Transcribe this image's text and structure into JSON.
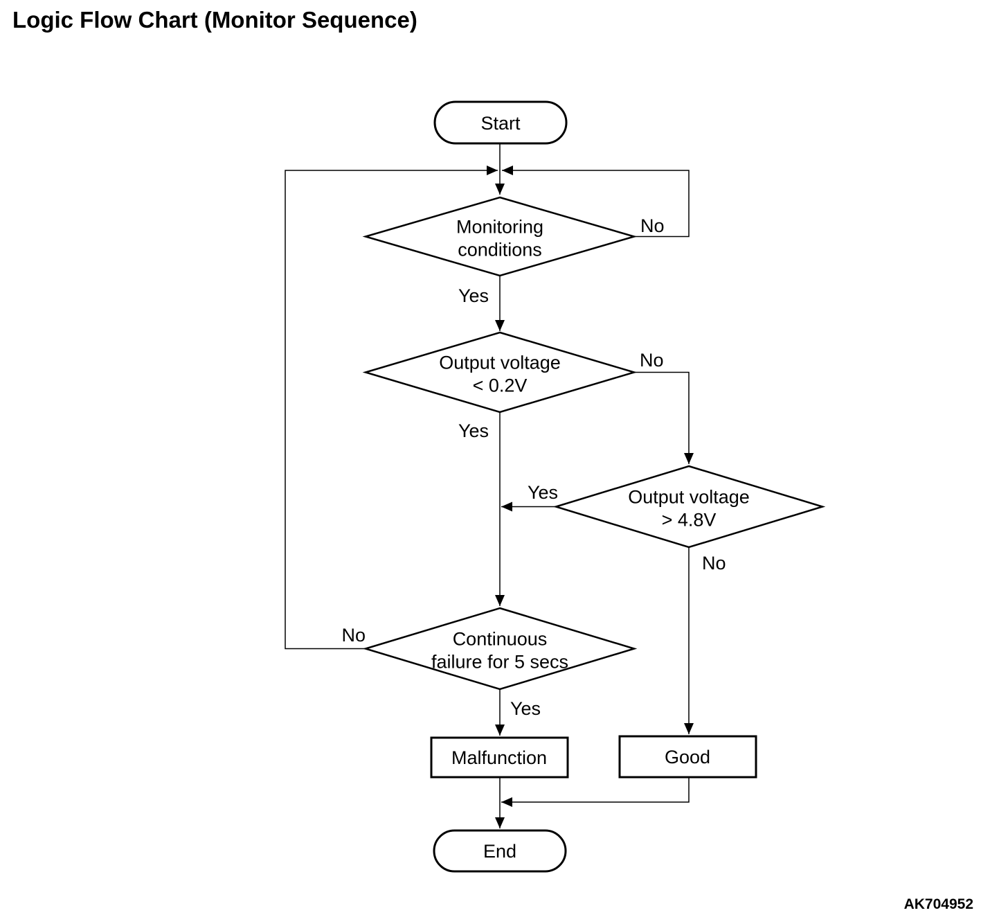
{
  "title": "Logic Flow Chart (Monitor Sequence)",
  "figure_code": "AK704952",
  "colors": {
    "ink": "#000000",
    "background": "#ffffff"
  },
  "flowchart": {
    "start": {
      "label": "Start"
    },
    "decision_monitoring": {
      "line1": "Monitoring",
      "line2": "conditions"
    },
    "decision_voltage_low": {
      "line1": "Output voltage",
      "line2": "< 0.2V"
    },
    "decision_voltage_high": {
      "line1": "Output voltage",
      "line2": "> 4.8V"
    },
    "decision_continuous_failure": {
      "line1": "Continuous",
      "line2": "failure for 5 secs"
    },
    "result_malfunction": {
      "label": "Malfunction"
    },
    "result_good": {
      "label": "Good"
    },
    "end": {
      "label": "End"
    },
    "edge_labels": {
      "monitoring_no": "No",
      "monitoring_yes": "Yes",
      "voltage_low_no": "No",
      "voltage_low_yes": "Yes",
      "voltage_high_yes": "Yes",
      "voltage_high_no": "No",
      "continuous_failure_no": "No",
      "continuous_failure_yes": "Yes"
    }
  }
}
